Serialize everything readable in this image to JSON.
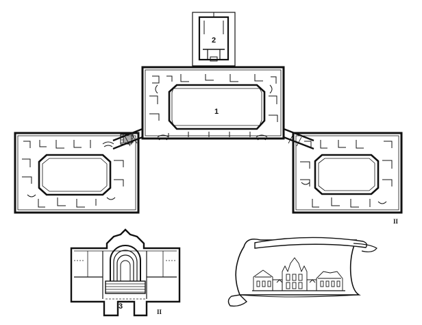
{
  "labels": {
    "main_building": "1",
    "annex": "2",
    "small_building": "3",
    "marker_main": "II",
    "marker_small": "II"
  },
  "colors": {
    "ink": "#111111",
    "paper": "#ffffff"
  }
}
